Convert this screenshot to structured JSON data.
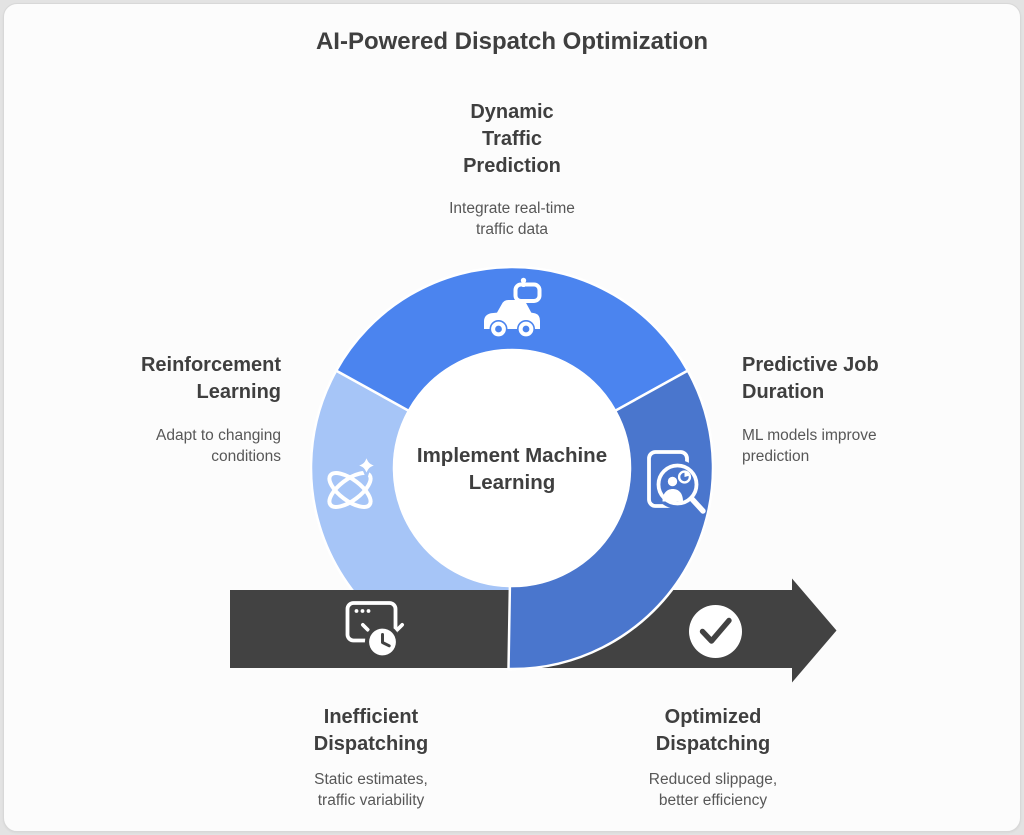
{
  "title": "AI-Powered Dispatch Optimization",
  "center": {
    "label": "Implement Machine\nLearning"
  },
  "steps": {
    "top": {
      "heading": "Dynamic\nTraffic\nPrediction",
      "description": "Integrate real-time\ntraffic data",
      "icon": "smart-car-icon",
      "color": "#4b84ef"
    },
    "left": {
      "heading": "Reinforcement\nLearning",
      "description": "Adapt to changing\nconditions",
      "icon": "atom-sparkle-icon",
      "color": "#a6c5f7"
    },
    "right": {
      "heading": "Predictive Job\nDuration",
      "description": "ML models improve\nprediction",
      "icon": "document-search-icon",
      "color": "#4a76cd"
    },
    "arrow_start": {
      "heading": "Inefficient\nDispatching",
      "description": "Static estimates,\ntraffic variability",
      "icon": "schedule-window-icon"
    },
    "arrow_end": {
      "heading": "Optimized\nDispatching",
      "description": "Reduced slippage,\nbetter efficiency",
      "icon": "check-circle-icon"
    }
  },
  "colors": {
    "segment_top": "#4b84ef",
    "segment_left": "#a6c5f7",
    "segment_right": "#4a76cd",
    "arrow_bar": "#424242",
    "donut_hole": "#ffffff",
    "heading_text": "#3f3f3f",
    "description_text": "#575757",
    "card_background": "#fcfcfc",
    "icon_color": "#ffffff"
  }
}
